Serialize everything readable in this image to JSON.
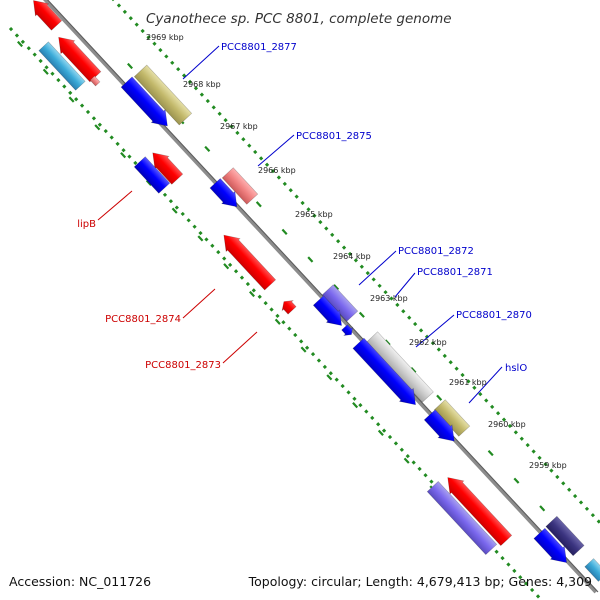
{
  "map": {
    "title": "Cyanothece sp. PCC 8801, complete genome",
    "accession": "Accession: NC_011726",
    "topology": "Topology: circular; Length: 4,679,413 bp; Genes: 4,309",
    "colors": {
      "backbone": "#8c8c8c",
      "dots": "#228b22",
      "forward_label": "#0000cc",
      "reverse_label": "#cc0000"
    },
    "ticks": [
      {
        "kbp": 2969,
        "label": "2969 kbp"
      },
      {
        "kbp": 2968,
        "label": "2968 kbp"
      },
      {
        "kbp": 2967,
        "label": "2967 kbp"
      },
      {
        "kbp": 2966,
        "label": "2966 kbp"
      },
      {
        "kbp": 2965,
        "label": "2965 kbp"
      },
      {
        "kbp": 2964,
        "label": "2964 kbp"
      },
      {
        "kbp": 2963,
        "label": "2963 kbp"
      },
      {
        "kbp": 2962,
        "label": "2962 kbp"
      },
      {
        "kbp": 2961,
        "label": "2961 kbp"
      },
      {
        "kbp": 2960,
        "label": "2960 kbp"
      },
      {
        "kbp": 2959,
        "label": "2959 kbp"
      }
    ],
    "labels": [
      {
        "text": "PCC8801_2877",
        "strand": "forward"
      },
      {
        "text": "PCC8801_2875",
        "strand": "forward"
      },
      {
        "text": "PCC8801_2872",
        "strand": "forward"
      },
      {
        "text": "PCC8801_2871",
        "strand": "forward"
      },
      {
        "text": "PCC8801_2870",
        "strand": "forward"
      },
      {
        "text": "hslO",
        "strand": "forward"
      },
      {
        "text": "lipB",
        "strand": "reverse"
      },
      {
        "text": "PCC8801_2874",
        "strand": "reverse"
      },
      {
        "text": "PCC8801_2873",
        "strand": "reverse"
      }
    ]
  }
}
